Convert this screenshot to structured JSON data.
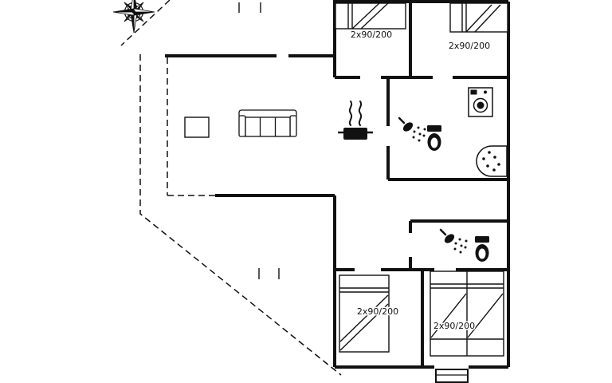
{
  "colors": {
    "wall": "#111111",
    "background": "#ffffff"
  },
  "labels": {
    "bed_top_left": "2x90/200",
    "bed_top_right": "2x90/200",
    "bed_bottom_left": "2x90/200",
    "bed_bottom_right": "2x90/200"
  },
  "icons": {
    "compass": "compass-rose-icon",
    "sofa": "sofa-icon",
    "table": "table-icon",
    "cooking_pot": "cooking-pot-icon",
    "shower_top": "shower-icon",
    "toilet_top": "toilet-icon",
    "washing_machine": "washing-machine-icon",
    "whirlpool": "whirlpool-icon",
    "shower_bottom": "shower-icon",
    "toilet_bottom": "toilet-icon",
    "entrance_step": "entrance-step"
  }
}
